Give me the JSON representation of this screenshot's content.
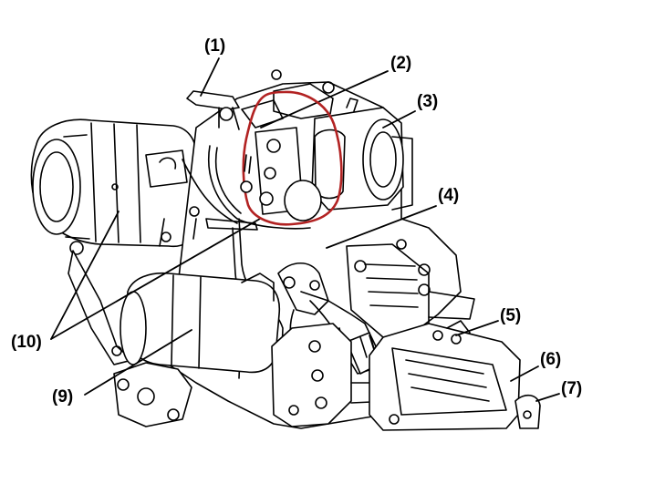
{
  "callouts": {
    "c1": "(1)",
    "c2": "(2)",
    "c3": "(3)",
    "c4": "(4)",
    "c5": "(5)",
    "c6": "(6)",
    "c7": "(7)",
    "c9": "(9)",
    "c10": "(10)"
  },
  "colors": {
    "line": "#000000",
    "highlight": "#b22222",
    "background": "#ffffff"
  },
  "highlight": {
    "shape": "freehand-outline",
    "target": "(2)"
  }
}
